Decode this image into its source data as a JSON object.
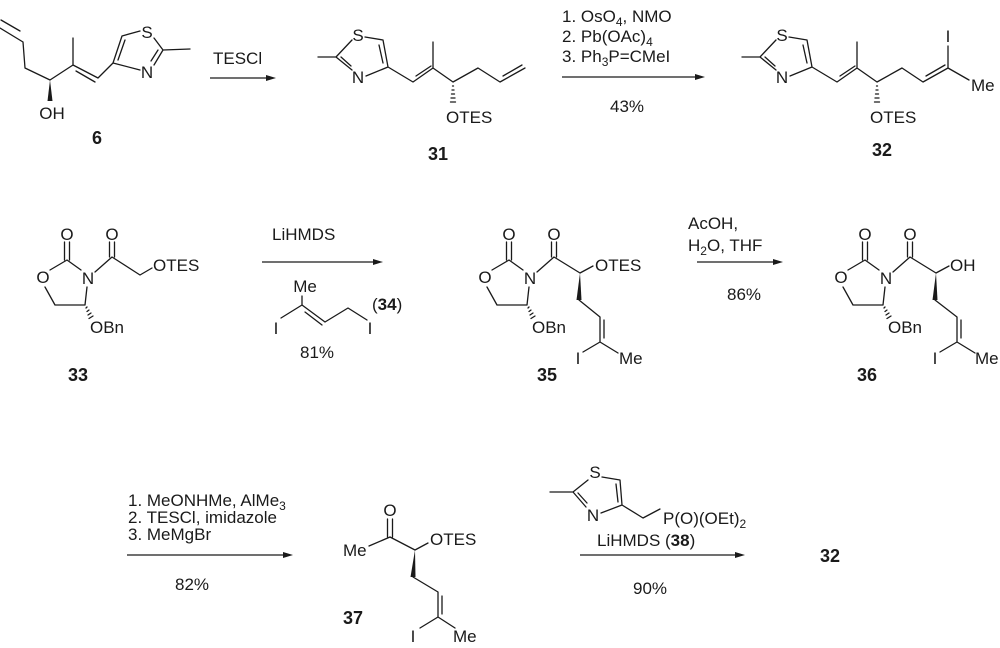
{
  "compounds": {
    "c6": {
      "number": "6",
      "S": "S",
      "N": "N",
      "OH": "OH"
    },
    "c31": {
      "number": "31",
      "S": "S",
      "N": "N",
      "OTES": "OTES"
    },
    "c32": {
      "number": "32",
      "S": "S",
      "N": "N",
      "OTES": "OTES",
      "I": "I",
      "Me": "Me"
    },
    "c33": {
      "number": "33",
      "O_ring": "O",
      "O_carbamate": "O",
      "O_acyl": "O",
      "N": "N",
      "OTES": "OTES",
      "OBn": "OBn"
    },
    "c34": {
      "number": "34",
      "open": "(",
      "close": ")",
      "Me": "Me",
      "I1": "I",
      "I2": "I"
    },
    "c35": {
      "number": "35",
      "O_ring": "O",
      "O_carbamate": "O",
      "O_acyl": "O",
      "N": "N",
      "OTES": "OTES",
      "OBn": "OBn",
      "I": "I",
      "Me": "Me"
    },
    "c36": {
      "number": "36",
      "O_ring": "O",
      "O_carbamate": "O",
      "O_acyl": "O",
      "N": "N",
      "OH": "OH",
      "OBn": "OBn",
      "I": "I",
      "Me": "Me"
    },
    "c37": {
      "number": "37",
      "O": "O",
      "Me_ketone": "Me",
      "OTES": "OTES",
      "I": "I",
      "Me": "Me"
    },
    "c38": {
      "number": "38",
      "S": "S",
      "N": "N",
      "P_main": "P(O)(OEt)",
      "P_sub": "2"
    },
    "c32_final": {
      "number": "32"
    }
  },
  "steps": {
    "step1": {
      "reagent": "TESCl"
    },
    "step2": {
      "l1a": "1. OsO",
      "l1sub": "4",
      "l1b": ", NMO",
      "l2a": "2. Pb(OAc)",
      "l2sub": "4",
      "l3a": "3. Ph",
      "l3sub": "3",
      "l3b": "P=CMeI",
      "yield": "43%"
    },
    "step3": {
      "reagent": "LiHMDS",
      "yield": "81%"
    },
    "step4": {
      "l1": "AcOH,",
      "l2a": "H",
      "l2sub": "2",
      "l2b": "O, THF",
      "yield": "86%"
    },
    "step5": {
      "l1a": "1. MeONHMe, AlMe",
      "l1sub": "3",
      "l2": "2. TESCl, imidazole",
      "l3": "3. MeMgBr",
      "yield": "82%"
    },
    "step6": {
      "reagent_a": "LiHMDS (",
      "reagent_b": ")",
      "yield": "90%"
    }
  }
}
